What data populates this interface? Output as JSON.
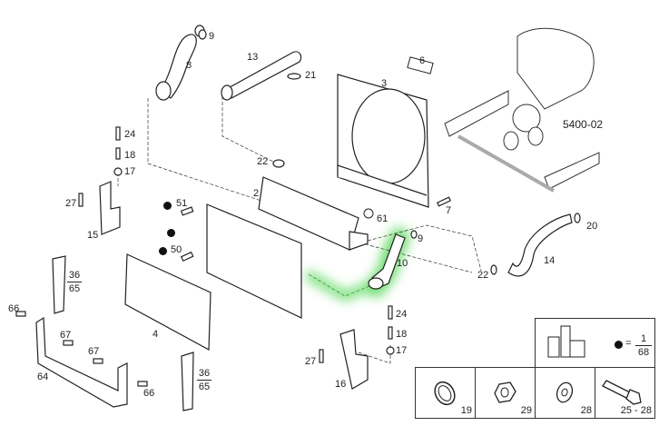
{
  "diagram": {
    "code": "5400-02",
    "callouts": {
      "c9a": "9",
      "c8": "8",
      "c13": "13",
      "c21": "21",
      "c6": "6",
      "c3": "3",
      "c24a": "24",
      "c18a": "18",
      "c17a": "17",
      "c27a": "27",
      "c15": "15",
      "c22a": "22",
      "c2": "2",
      "c51": "51",
      "c50": "50",
      "c7": "7",
      "c61": "61",
      "c9b": "9",
      "c10": "10",
      "c20": "20",
      "c14": "14",
      "c22b": "22",
      "c36a_num": "36",
      "c36a_den": "65",
      "c66a": "66",
      "c67a": "67",
      "c67b": "67",
      "c4": "4",
      "c64": "64",
      "c66b": "66",
      "c36b_num": "36",
      "c36b_den": "65",
      "c24b": "24",
      "c18b": "18",
      "c17b": "17",
      "c27b": "27",
      "c16": "16"
    },
    "highlighted_part": "10",
    "highlight_color": "#3fd13f"
  },
  "legend": {
    "dot_equals": "=",
    "dot_num": "1",
    "dot_den": "68",
    "cells": [
      {
        "label": "19",
        "part": "hose-clamp"
      },
      {
        "label": "29",
        "part": "nut"
      },
      {
        "label": "28",
        "part": "washer"
      },
      {
        "label": "25 - 28",
        "part": "bolt"
      }
    ]
  }
}
